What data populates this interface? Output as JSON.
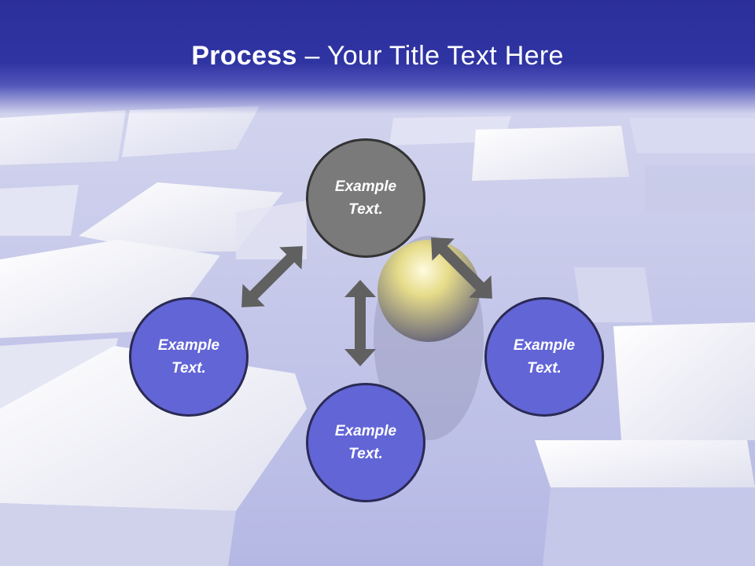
{
  "title": {
    "bold": "Process",
    "rest": " – Your Title Text Here"
  },
  "colors": {
    "header": "#2f34a3",
    "node_blue": "#6265d6",
    "node_gray": "#7a7a7a",
    "arrow": "#606060"
  },
  "nodes": {
    "top": {
      "line1": "Example",
      "line2": "Text."
    },
    "left": {
      "line1": "Example",
      "line2": "Text."
    },
    "right": {
      "line1": "Example",
      "line2": "Text."
    },
    "bottom": {
      "line1": "Example",
      "line2": "Text."
    }
  }
}
